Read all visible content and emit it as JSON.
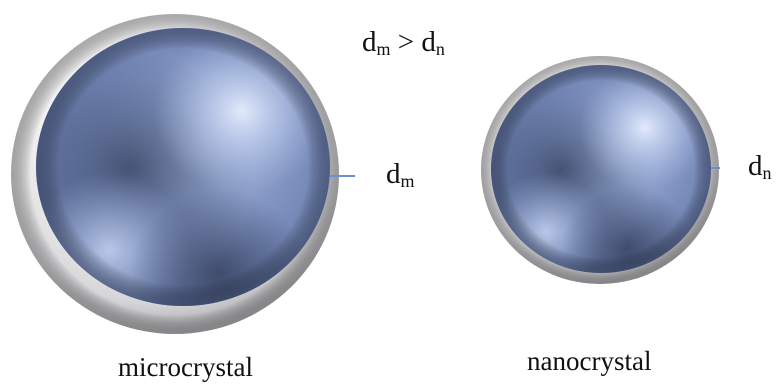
{
  "relation": {
    "left_symbol": "d",
    "left_sub": "m",
    "operator": ">",
    "right_symbol": "d",
    "right_sub": "n"
  },
  "microcrystal": {
    "label": "microcrystal",
    "thickness_symbol": "d",
    "thickness_sub": "m"
  },
  "nanocrystal": {
    "label": "nanocrystal",
    "thickness_symbol": "d",
    "thickness_sub": "n"
  },
  "colors": {
    "core": "#8fa4cf",
    "core_dark": "#3f4f73",
    "shell": "#e9e9ea",
    "shell_edge": "#9a9a9c",
    "thickness_line": "#6f8fd0"
  }
}
